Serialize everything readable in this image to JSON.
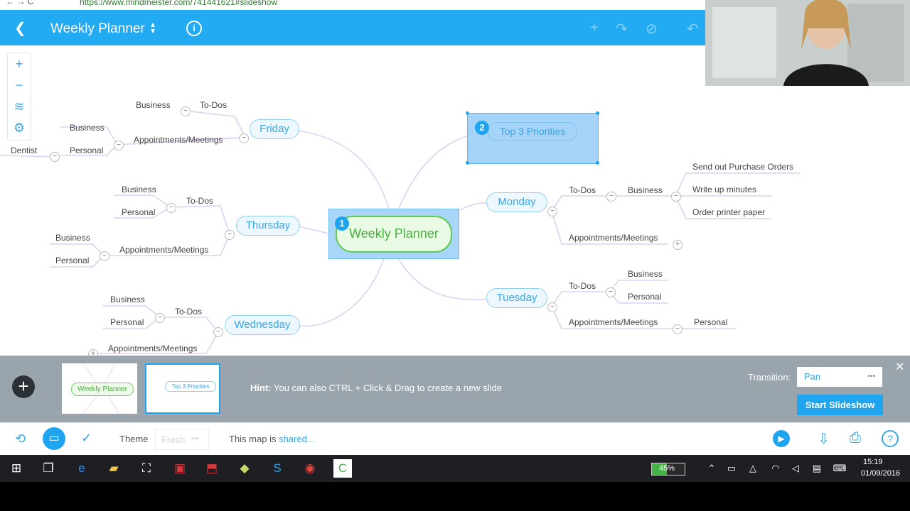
{
  "browser": {
    "url": "https://www.mindmeister.com/741441621#slideshow"
  },
  "header": {
    "title": "Weekly Planner"
  },
  "map": {
    "central": "Weekly Planner",
    "central_badge": "1",
    "top3": {
      "label": "Top 3 Priorities",
      "badge": "2"
    },
    "friday": {
      "label": "Friday",
      "todos": "To-Dos",
      "todos_business": "Business",
      "appointments": "Appointments/Meetings",
      "appt_business": "Business",
      "appt_personal": "Personal",
      "dentist": "Dentist"
    },
    "thursday": {
      "label": "Thursday",
      "todos": "To-Dos",
      "todos_business": "Business",
      "todos_personal": "Personal",
      "appointments": "Appointments/Meetings",
      "appt_business": "Business",
      "appt_personal": "Personal"
    },
    "wednesday": {
      "label": "Wednesday",
      "todos": "To-Dos",
      "todos_business": "Business",
      "todos_personal": "Personal",
      "appointments": "Appointments/Meetings"
    },
    "monday": {
      "label": "Monday",
      "todos": "To-Dos",
      "business": "Business",
      "item1": "Send out Purchase Orders",
      "item2": "Write up minutes",
      "item3": "Order printer paper",
      "appointments": "Appointments/Meetings"
    },
    "tuesday": {
      "label": "Tuesday",
      "todos": "To-Dos",
      "business": "Business",
      "personal": "Personal",
      "appointments": "Appointments/Meetings",
      "appt_personal": "Personal"
    }
  },
  "slides": {
    "thumb1": "Weekly Planner",
    "thumb2": "Top 3 Priorities",
    "hint_bold": "Hint:",
    "hint_text": " You can also CTRL + Click & Drag to create a new slide",
    "transition_label": "Transition:",
    "transition_value": "Pan",
    "transition_more": "•••",
    "start_button": "Start Slideshow"
  },
  "footer": {
    "theme_label": "Theme",
    "theme_value": "Fresh",
    "theme_more": "•••",
    "shared_prefix": "This map is ",
    "shared_link": "shared..."
  },
  "taskbar": {
    "battery": "45%",
    "time": "15:19",
    "date": "01/09/2016"
  },
  "colors": {
    "accent": "#22aaf2",
    "central": "#5fcb55"
  }
}
